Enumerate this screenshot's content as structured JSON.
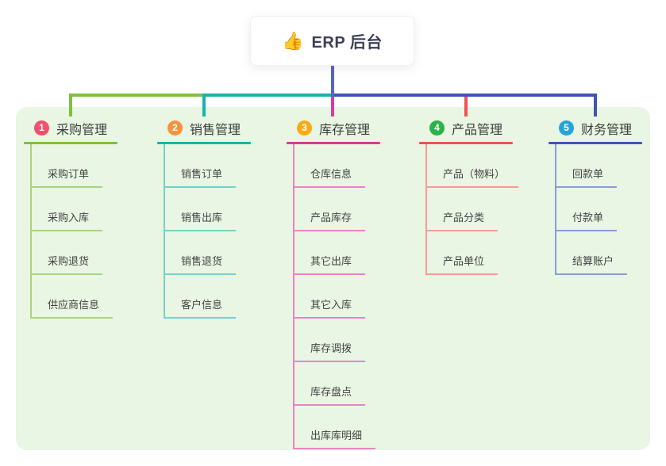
{
  "root": {
    "title": "ERP 后台",
    "emoji": "👍"
  },
  "theme": {
    "canvas_background": "#ffffff",
    "panel_background": "#e8f6e3",
    "root_connector_color": "#5565c4",
    "root_title_color": "#3b4154",
    "branch_label_color": "#3d3d3d",
    "sub_label_color": "#434343"
  },
  "branches": [
    {
      "number": "1",
      "label": "采购管理",
      "badge_color": "#f1506e",
      "line_color": "#7fbf3f",
      "sub_line_color": "#a9d37f",
      "items": [
        "采购订单",
        "采购入库",
        "采购退货",
        "供应商信息"
      ]
    },
    {
      "number": "2",
      "label": "销售管理",
      "badge_color": "#f8923f",
      "line_color": "#17b3ab",
      "sub_line_color": "#76d0c9",
      "items": [
        "销售订单",
        "销售出库",
        "销售退货",
        "客户信息"
      ]
    },
    {
      "number": "3",
      "label": "库存管理",
      "badge_color": "#f9ac14",
      "line_color": "#d83a9d",
      "sub_line_color": "#ea84c6",
      "items": [
        "仓库信息",
        "产品库存",
        "其它出库",
        "其它入库",
        "库存调拨",
        "库存盘点",
        "出库库明细"
      ]
    },
    {
      "number": "4",
      "label": "产品管理",
      "badge_color": "#29b34a",
      "line_color": "#f05152",
      "sub_line_color": "#f59a99",
      "items": [
        "产品（物料）",
        "产品分类",
        "产品单位"
      ]
    },
    {
      "number": "5",
      "label": "财务管理",
      "badge_color": "#2aa2d8",
      "line_color": "#4154b3",
      "sub_line_color": "#8c9bd6",
      "items": [
        "回款单",
        "付款单",
        "结算账户"
      ]
    }
  ]
}
